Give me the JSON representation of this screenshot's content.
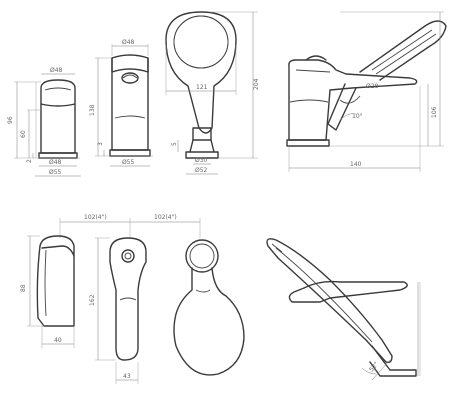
{
  "dimensions": {
    "d48_top": "Ø48",
    "d48_cap": "Ø48",
    "h96": "96",
    "h60": "60",
    "h2": "2",
    "d48_base": "Ø48",
    "d55_base": "Ø55",
    "h138": "138",
    "h3": "3",
    "d55_spout": "Ø55",
    "h5": "5",
    "w121": "121",
    "h204": "204",
    "d30": "Ø30",
    "d52": "Ø52",
    "d28": "Ø28",
    "a10": "10°",
    "h106": "106",
    "w140": "140",
    "s102a": "102(4\")",
    "s102b": "102(4\")",
    "h88": "88",
    "w40": "40",
    "h162": "162",
    "w43": "43",
    "a52": "52°"
  }
}
